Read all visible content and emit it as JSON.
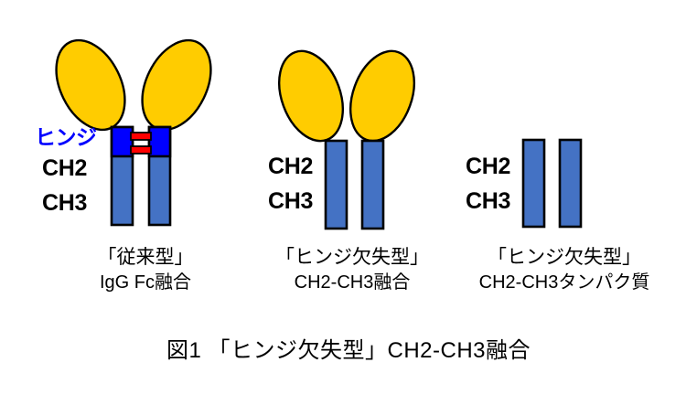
{
  "figure": {
    "title": "図1 「ヒンジ欠失型」CH2-CH3融合",
    "background_color": "#ffffff",
    "outline_color": "#000000"
  },
  "colors": {
    "fab_yellow": "#ffcc00",
    "stem_blue": "#4472c4",
    "hinge_blue": "#0000ff",
    "disulfide_red": "#ff0000",
    "text_black": "#000000",
    "hinge_label_blue": "#0000ff"
  },
  "panels": [
    {
      "id": "conventional-igg-fc-fusion",
      "labels": {
        "hinge": "ヒンジ",
        "ch2": "CH2",
        "ch3": "CH3"
      },
      "caption": {
        "line1": "「従来型」",
        "line2": "IgG Fc融合"
      },
      "has_hinge": true,
      "has_fab_lobes": true,
      "disulfide_bond_count": 2
    },
    {
      "id": "hingeless-ch2-ch3-fusion",
      "labels": {
        "ch2": "CH2",
        "ch3": "CH3"
      },
      "caption": {
        "line1": "「ヒンジ欠失型」",
        "line2": "CH2-CH3融合"
      },
      "has_hinge": false,
      "has_fab_lobes": true,
      "disulfide_bond_count": 0
    },
    {
      "id": "hingeless-ch2-ch3-protein",
      "labels": {
        "ch2": "CH2",
        "ch3": "CH3"
      },
      "caption": {
        "line1": "「ヒンジ欠失型」",
        "line2": "CH2-CH3タンパク質"
      },
      "has_hinge": false,
      "has_fab_lobes": false,
      "disulfide_bond_count": 0
    }
  ]
}
